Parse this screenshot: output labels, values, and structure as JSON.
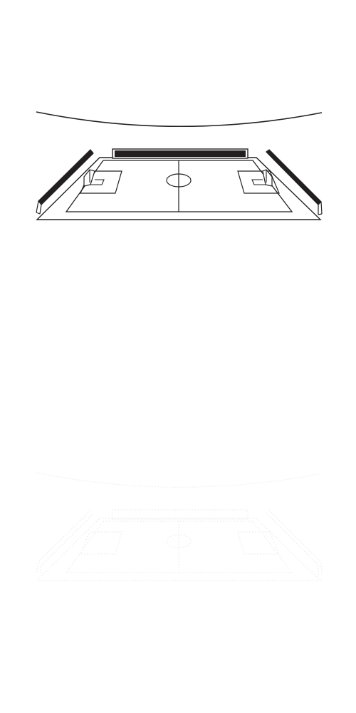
{
  "illustration": {
    "subject": "soccer-stadium-pitch",
    "colors": {
      "background": "#ffffff",
      "stroke": "#222222",
      "stand_fill": "#231f20",
      "reflection": "#d8d8d8"
    },
    "elements": {
      "roof_arc": "stadium-roof-line",
      "back_stand": "stadium-back-stand",
      "left_stand": "stadium-left-stand",
      "right_stand": "stadium-right-stand",
      "pitch": "soccer-pitch",
      "center_circle": "center-circle",
      "halfway_line": "halfway-line",
      "left_goal": "left-goal",
      "right_goal": "right-goal"
    },
    "reflection": {
      "present": true,
      "style": "faint-dotted"
    }
  }
}
